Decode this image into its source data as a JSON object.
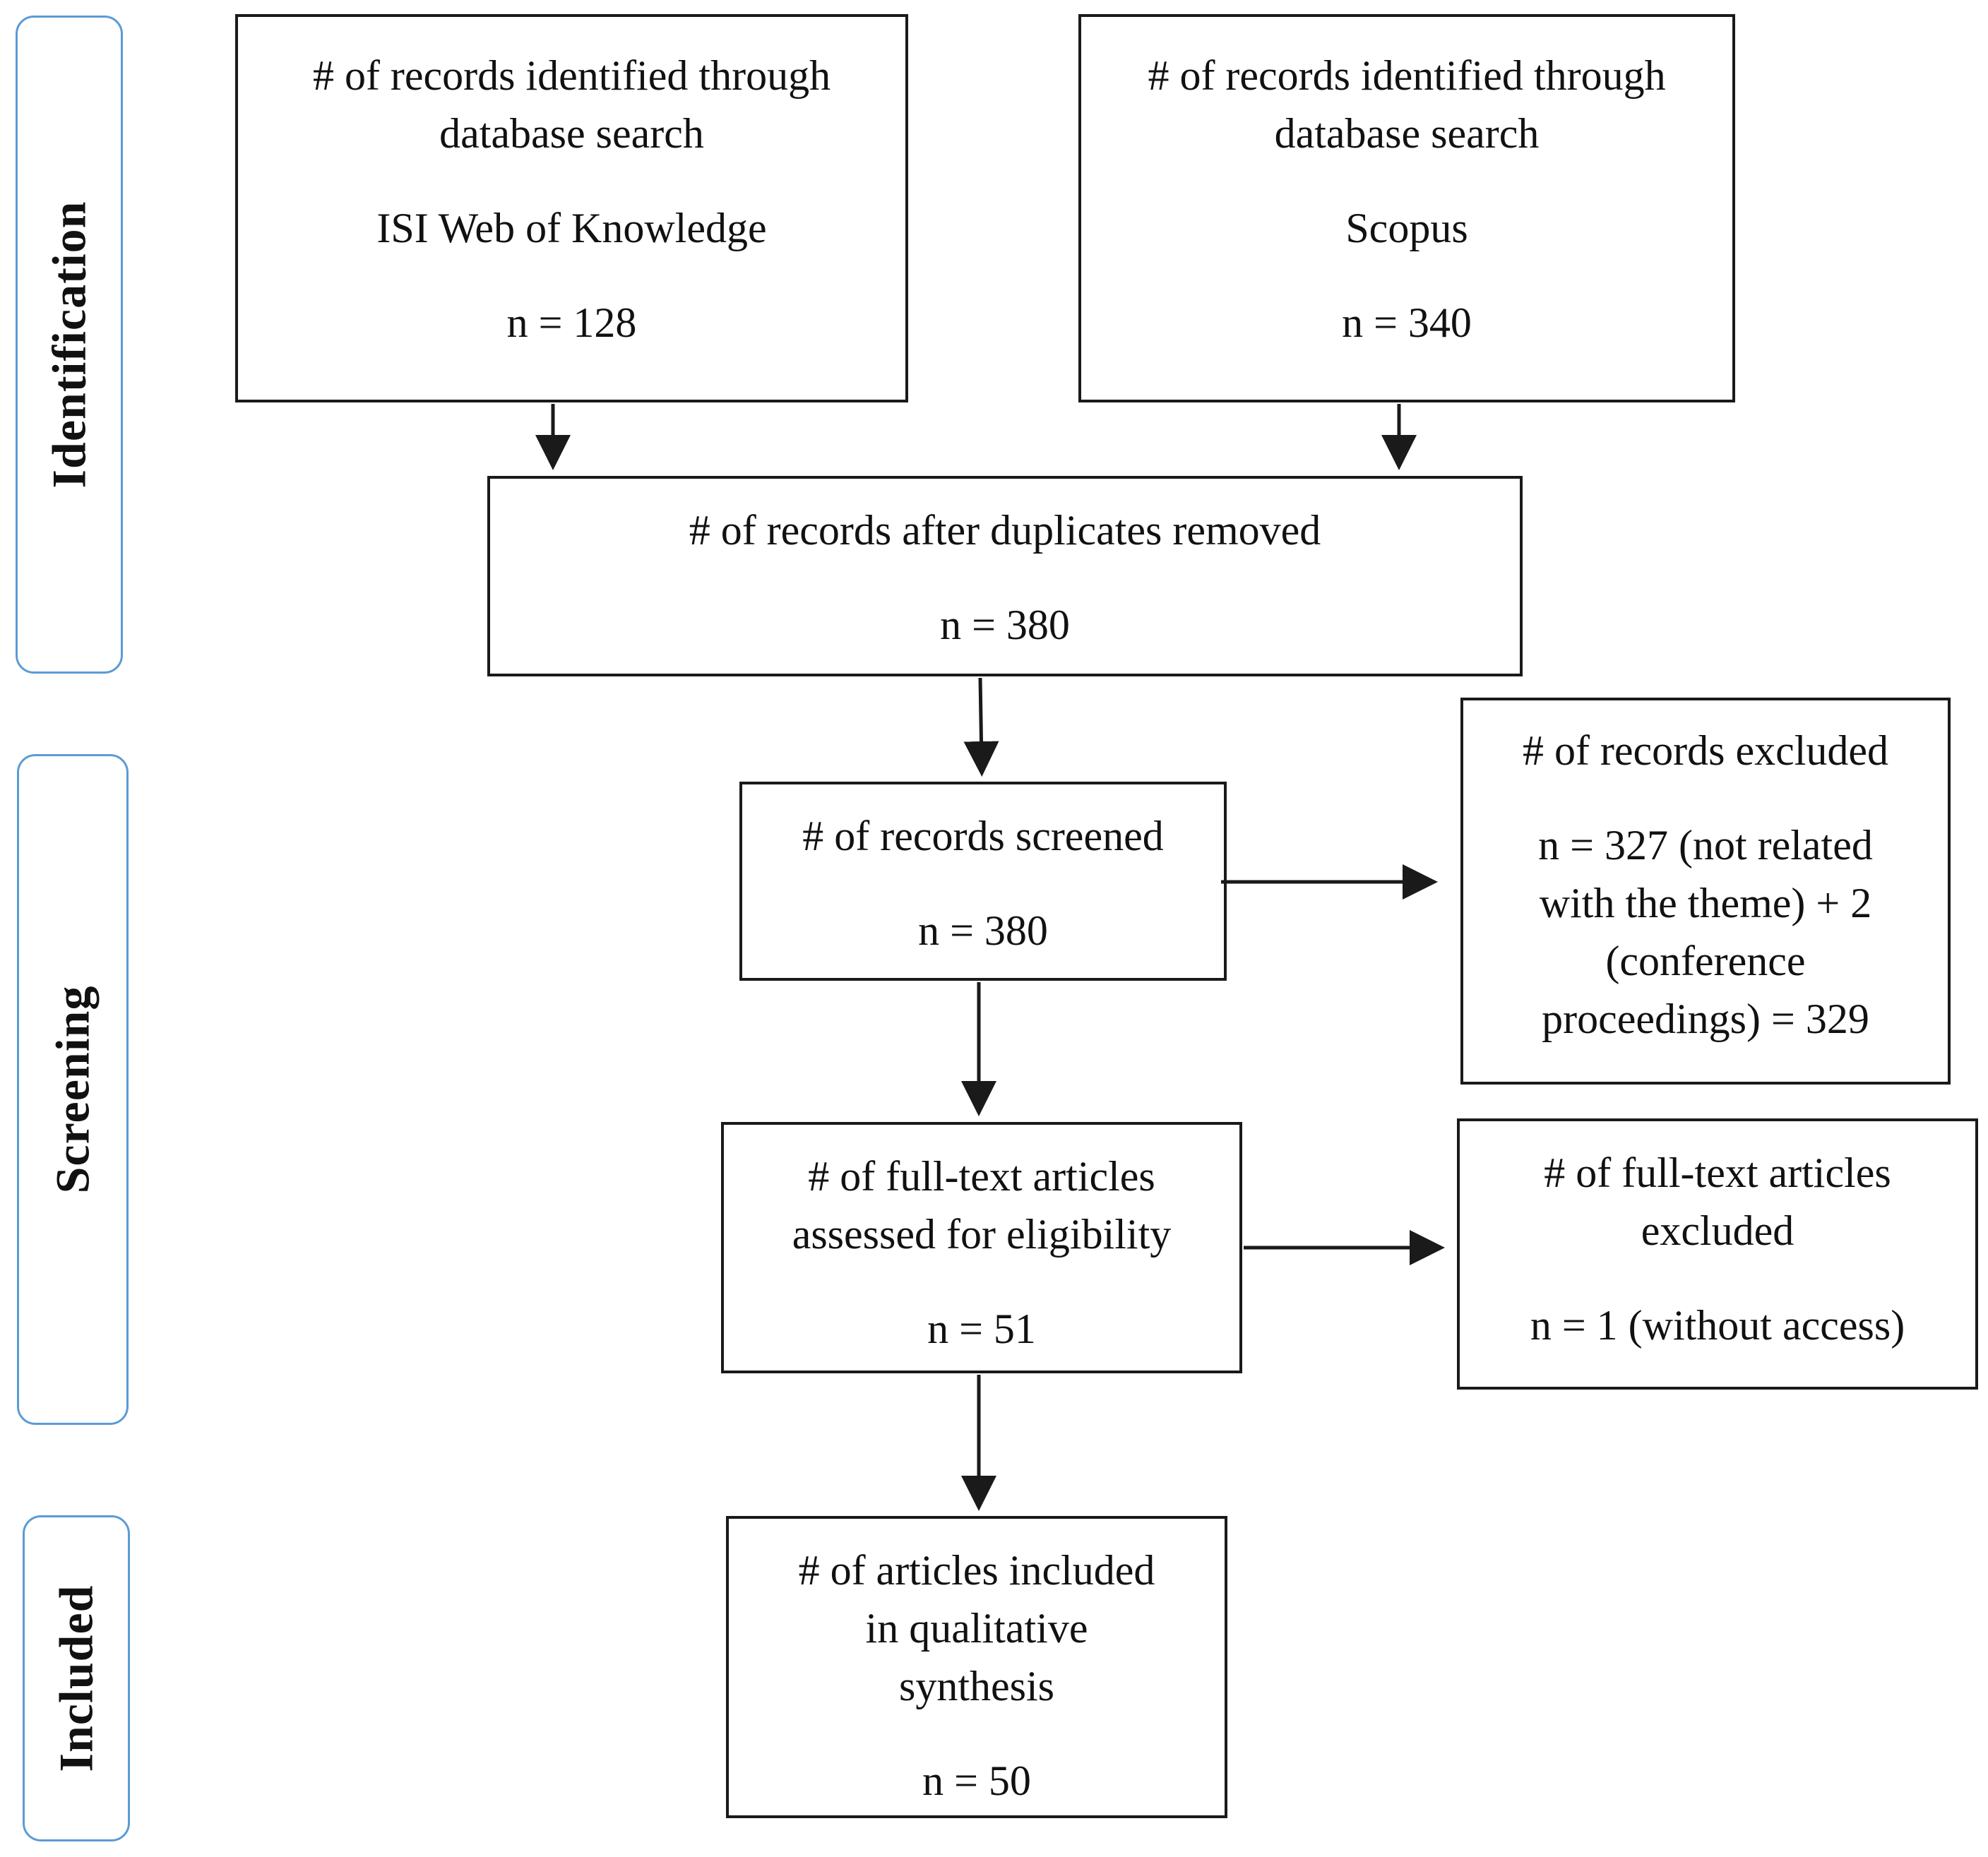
{
  "phases": {
    "identification": "Identification",
    "screening": "Screening",
    "included": "Included"
  },
  "boxes": {
    "wos": {
      "line1": "# of records identified through",
      "line2": "database search",
      "source": "ISI Web of Knowledge",
      "count": "n = 128"
    },
    "scopus": {
      "line1": "# of records identified through",
      "line2": "database search",
      "source": "Scopus",
      "count": "n = 340"
    },
    "dedup": {
      "label": "# of records after duplicates removed",
      "count": "n = 380"
    },
    "screened": {
      "label": "# of records screened",
      "count": "n = 380"
    },
    "excluded": {
      "label": "# of records excluded",
      "line1": "n = 327 (not related",
      "line2": "with the theme) + 2",
      "line3": "(conference",
      "line4": "proceedings) = 329"
    },
    "fulltext": {
      "line1": "# of full-text articles",
      "line2": "assessed for eligibility",
      "count": "n = 51"
    },
    "fulltext_excluded": {
      "line1": "# of full-text articles",
      "line2": "excluded",
      "count": "n = 1 (without access)"
    },
    "included": {
      "line1": "# of articles included",
      "line2": "in qualitative",
      "line3": "synthesis",
      "count": "n = 50"
    }
  },
  "colors": {
    "phase_border": "#5b9bd5",
    "box_border": "#1a1a1a",
    "arrow": "#1a1a1a"
  }
}
